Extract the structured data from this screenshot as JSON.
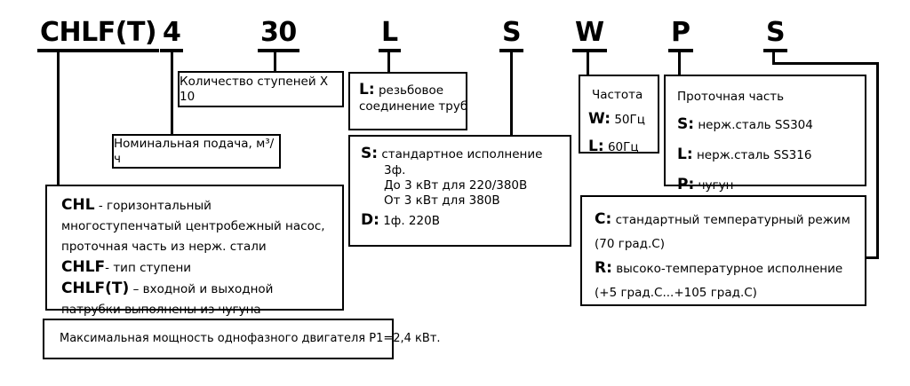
{
  "code": {
    "series": "CHLF(T)",
    "flow": "4",
    "stages": "30",
    "pipe": "L",
    "phase": "S",
    "freq": "W",
    "material": "P",
    "temp": "S"
  },
  "stages_box": {
    "text": "Количество ступеней X 10"
  },
  "flow_box": {
    "text": "Номинальная подача, м³/ч"
  },
  "pipe_box": {
    "key": "L:",
    "line1": "резьбовое",
    "line2": "соединение труб"
  },
  "phase_box": {
    "s_key": "S:",
    "s_text": "стандартное исполнение",
    "detail1": "3ф.",
    "detail2": "До 3 кВт для 220/380В",
    "detail3": "От 3 кВт для 380В",
    "d_key": "D:",
    "d_text": "1ф. 220В"
  },
  "freq_box": {
    "title": "Частота",
    "w_key": "W:",
    "w_text": "50Гц",
    "l_key": "L:",
    "l_text": "60Гц"
  },
  "material_box": {
    "title": "Проточная часть",
    "s_key": "S:",
    "s_text": "нерж.сталь SS304",
    "l_key": "L:",
    "l_text": "нерж.сталь SS316",
    "p_key": "P:",
    "p_text": "чугун"
  },
  "series_box": {
    "chl_key": "CHL",
    "chl_text": " - горизонтальный многоступенчатый центробежный насос, проточная часть из нерж. стали",
    "chlf_key": "CHLF",
    "chlf_text": "- тип ступени",
    "chlft_key": "CHLF(T)",
    "chlft_text": " – входной и выходной патрубки выполнены из чугуна"
  },
  "temp_box": {
    "c_key": "C:",
    "c_text": "стандартный температурный режим",
    "c_note": "(70 град.C)",
    "r_key": "R:",
    "r_text": "высоко-температурное исполнение",
    "r_note": "(+5 град.C...+105 град.C)"
  },
  "max_power_box": {
    "text": "Максимальная мощность однофазного двигателя P1=2,4 кВт."
  },
  "colors": {
    "ink": "#000000",
    "background": "#ffffff"
  }
}
